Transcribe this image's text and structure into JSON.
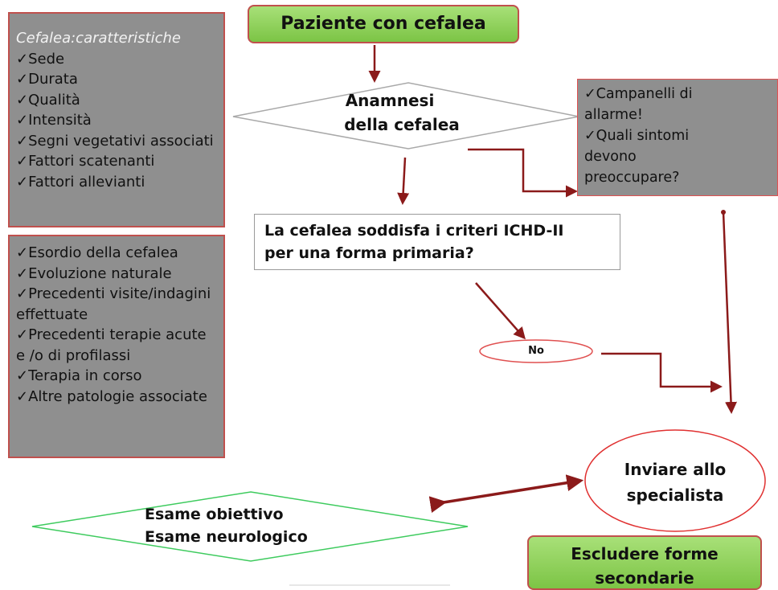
{
  "start": {
    "label": "Paziente con cefalea"
  },
  "anamnesi": {
    "line1": "Anamnesi",
    "line2": "della cefalea"
  },
  "characteristics": {
    "heading": "Cefalea:caratteristiche",
    "items": [
      "Sede",
      "Durata",
      "Qualità",
      "Intensità",
      "Segni vegetativi associati",
      "Fattori scatenanti",
      "Fattori allevianti"
    ]
  },
  "history": {
    "items": [
      "Esordio della cefalea",
      "Evoluzione naturale",
      "Precedenti visite/indagini effettuate",
      "Precedenti terapie acute e /o di profilassi",
      "Terapia in corso",
      "Altre patologie associate"
    ]
  },
  "alarm": {
    "items": [
      "Campanelli di allarme!",
      "Quali sintomi devono preoccupare?"
    ],
    "icon": "red-flag-icon"
  },
  "criteria": {
    "line1": "La cefalea soddisfa i criteri ICHD-II",
    "line2": "per una forma primaria?"
  },
  "no": {
    "label": "No"
  },
  "specialist": {
    "line1": "Inviare allo",
    "line2": "specialista"
  },
  "exam": {
    "line1": "Esame obiettivo",
    "line2": "Esame neurologico"
  },
  "exclude": {
    "line1": "Escludere forme",
    "line2": "secondarie"
  },
  "colors": {
    "arrow": "#8b1a1a",
    "border": "#c0504d",
    "grey": "#8f8f8f",
    "green": "#7cc445",
    "exam_border": "#4fcf6f"
  }
}
